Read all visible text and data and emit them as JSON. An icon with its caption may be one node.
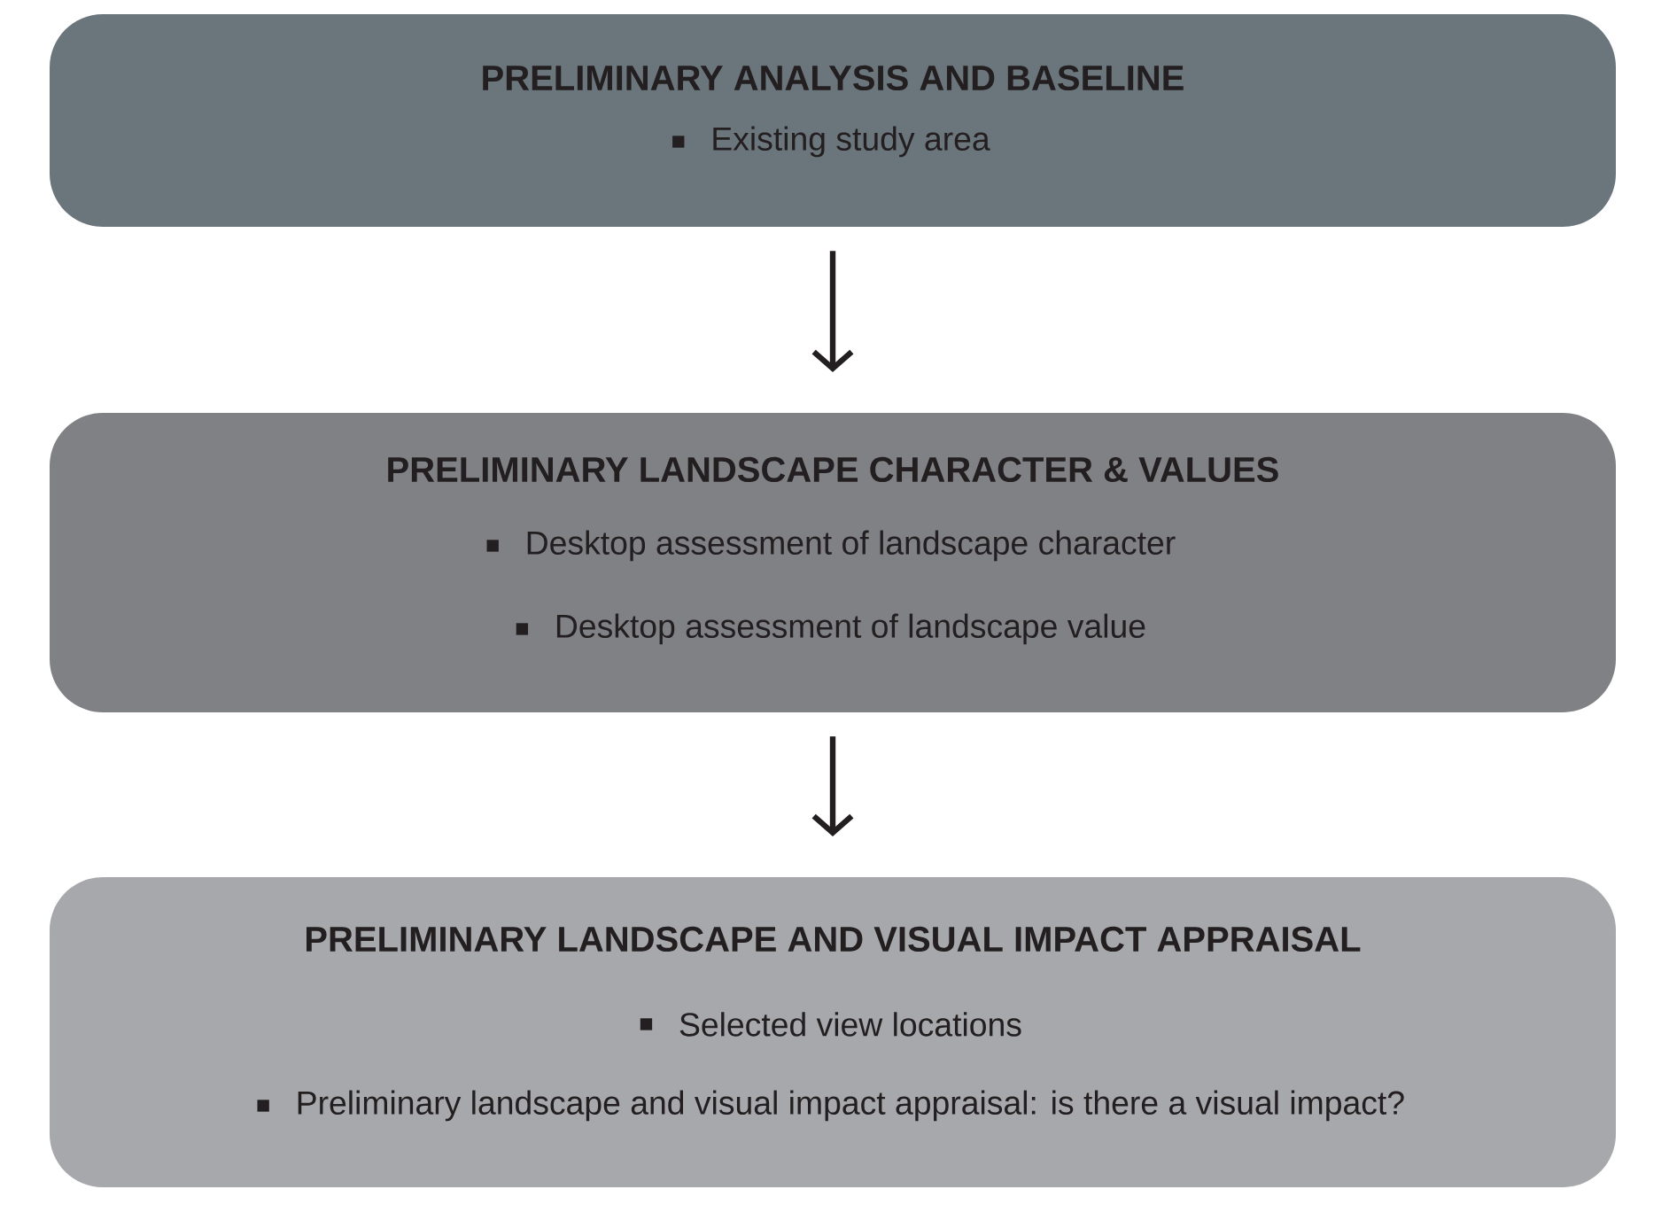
{
  "diagram": {
    "nodes": [
      {
        "text": [
          "PRELIMINARY ANALYSIS AND BASELINE",
          "Existing study area"
        ]
      },
      {
        "text": [
          "PRELIMINARY LANDSCAPE CHARACTER & VALUES",
          "Desktop assessment of landscape character",
          "Desktop assessment of landscape value"
        ]
      },
      {
        "text": [
          "PRELIMINARY LANDSCAPE AND VISUAL IMPACT APPRAISAL",
          "Selected view locations",
          "Preliminary landscape and visual impact appraisal: is there a visual impact?"
        ]
      }
    ],
    "edges": [
      {
        "from": 0,
        "to": 1,
        "arrow": "to"
      },
      {
        "from": 1,
        "to": 2,
        "arrow": "to"
      }
    ]
  }
}
